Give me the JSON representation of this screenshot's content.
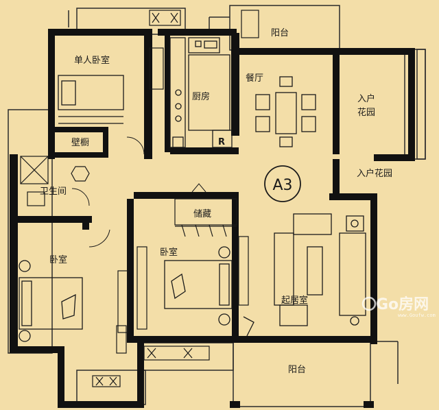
{
  "floorplan": {
    "unit_badge": "A3",
    "rooms": {
      "single_bedroom": "单人卧室",
      "closet": "壁橱",
      "kitchen": "厨房",
      "fridge_mark": "R",
      "balcony_top": "阳台",
      "dining": "餐厅",
      "entry_garden": "入户花园",
      "entry_garden_line1": "入户",
      "entry_garden_line2": "花园",
      "bathroom": "卫生间",
      "storage": "储藏",
      "bedroom_left": "卧室",
      "bedroom_center": "卧室",
      "living_room": "起居室",
      "balcony_bottom": "阳台"
    },
    "watermark": {
      "brand": "Go房网",
      "url": "www.Goufw.com"
    },
    "colors": {
      "background": "#f3dea8",
      "wall": "#111111",
      "line": "#2a2a2a",
      "watermark": "#ffffff"
    }
  }
}
